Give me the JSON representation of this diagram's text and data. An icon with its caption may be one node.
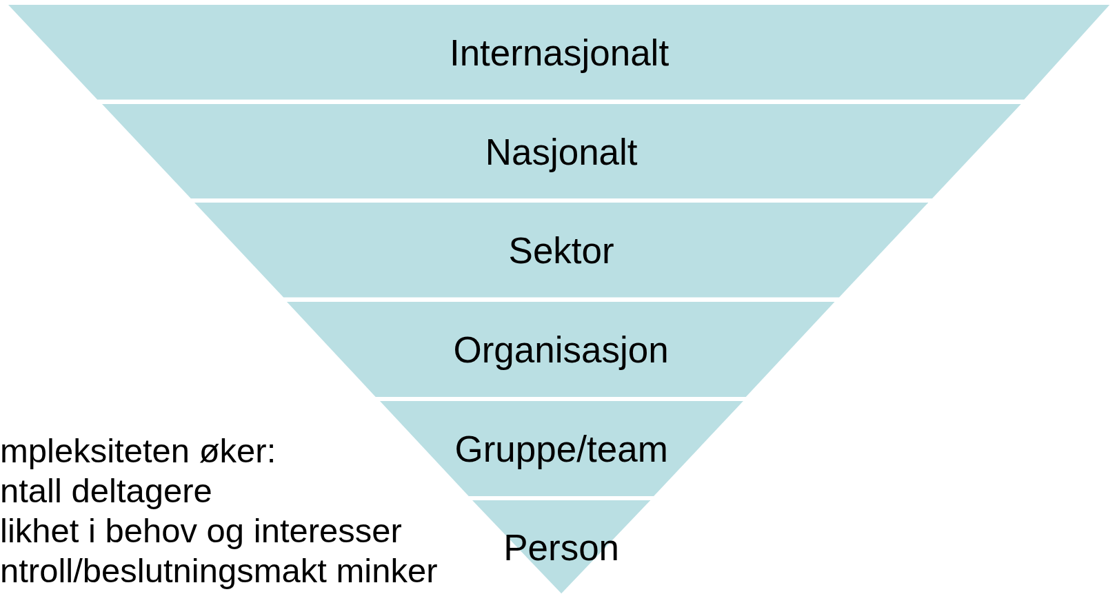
{
  "diagram": {
    "nodes": [
      {
        "text": [
          "Internasjonalt"
        ]
      },
      {
        "text": [
          "Nasjonalt"
        ]
      },
      {
        "text": [
          "Sektor"
        ]
      },
      {
        "text": [
          "Organisasjon"
        ]
      },
      {
        "text": [
          "Gruppe/team"
        ]
      },
      {
        "text": [
          "Person"
        ]
      }
    ],
    "labels": [
      "mpleksiteten øker:",
      "ntall deltagere",
      "likhet i behov og interesser",
      "ntroll/beslutningsmakt minker"
    ]
  }
}
